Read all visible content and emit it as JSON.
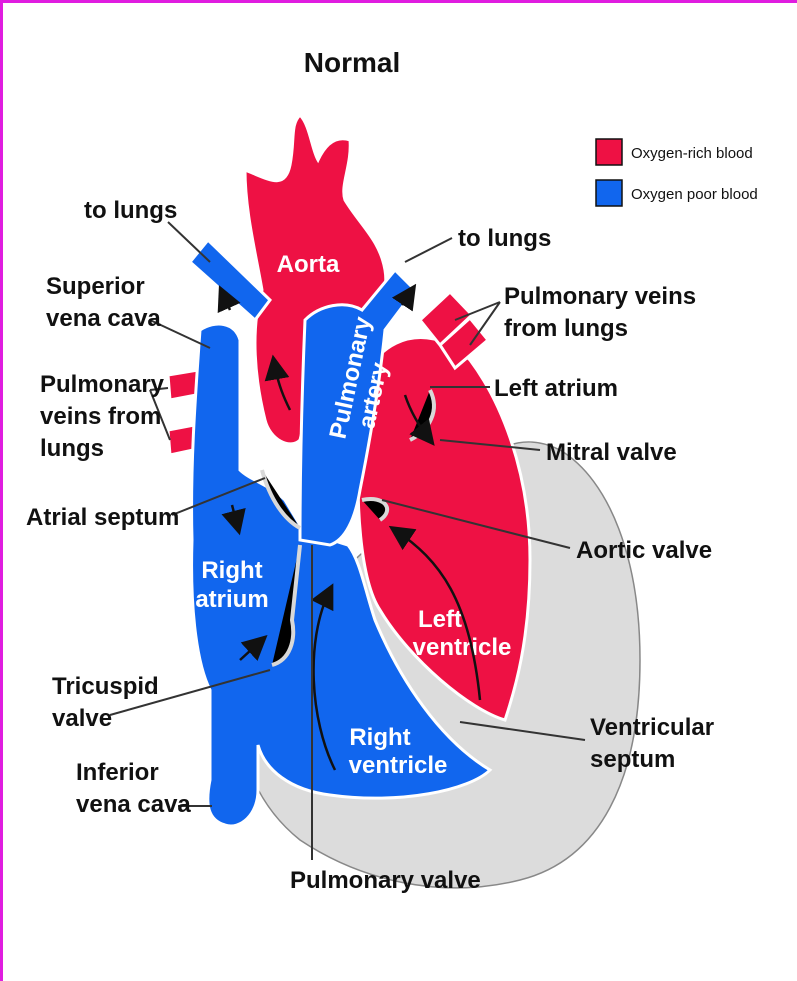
{
  "title": "Normal",
  "colors": {
    "oxygen_rich": "#ee1144",
    "oxygen_poor": "#1166ee",
    "septum": "#dcdcdc",
    "frame": "#e01de0"
  },
  "legend": [
    {
      "label": "Oxygen-rich blood",
      "color": "#ee1144"
    },
    {
      "label": "Oxygen poor blood",
      "color": "#1166ee"
    }
  ],
  "labels": {
    "to_lungs_left": "to lungs",
    "to_lungs_right": "to lungs",
    "superior_vena_cava_1": "Superior",
    "superior_vena_cava_2": "vena cava",
    "pulmonary_veins_left_1": "Pulmonary",
    "pulmonary_veins_left_2": "veins from",
    "pulmonary_veins_left_3": "lungs",
    "pulmonary_veins_right_1": "Pulmonary veins",
    "pulmonary_veins_right_2": "from lungs",
    "left_atrium": "Left atrium",
    "mitral_valve": "Mitral valve",
    "atrial_septum": "Atrial septum",
    "aortic_valve": "Aortic valve",
    "tricuspid_valve_1": "Tricuspid",
    "tricuspid_valve_2": "valve",
    "inferior_vena_cava_1": "Inferior",
    "inferior_vena_cava_2": "vena cava",
    "ventricular_septum_1": "Ventricular",
    "ventricular_septum_2": "septum",
    "pulmonary_valve": "Pulmonary valve",
    "aorta": "Aorta",
    "pulmonary_artery_1": "Pulmonary",
    "pulmonary_artery_2": "artery",
    "right_atrium_1": "Right",
    "right_atrium_2": "atrium",
    "left_ventricle_1": "Left",
    "left_ventricle_2": "ventricle",
    "right_ventricle_1": "Right",
    "right_ventricle_2": "ventricle"
  }
}
